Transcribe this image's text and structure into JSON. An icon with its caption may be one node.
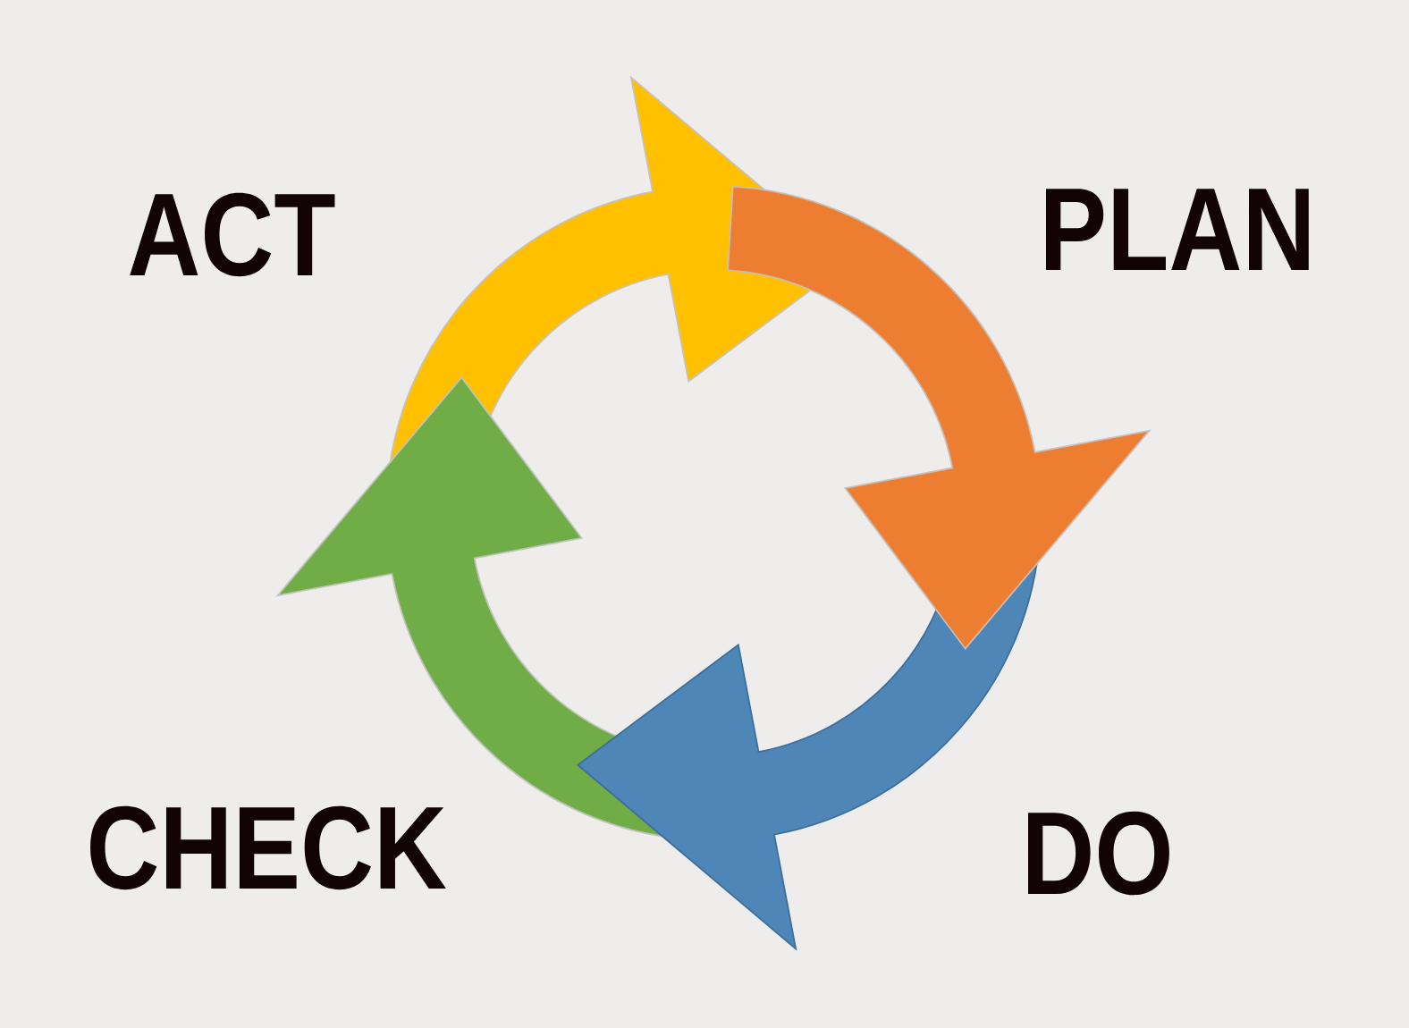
{
  "diagram": {
    "labels": [
      "ACT",
      "PLAN",
      "CHECK",
      "DO"
    ]
  }
}
